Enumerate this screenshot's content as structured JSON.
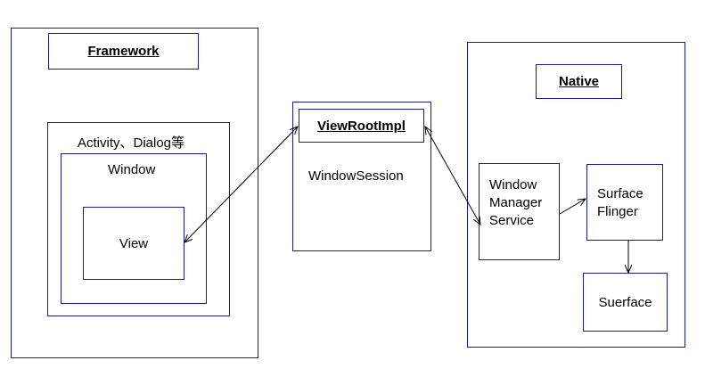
{
  "framework": {
    "title": "Framework",
    "activity_label": "Activity、Dialog等",
    "window_label": "Window",
    "view_label": "View"
  },
  "viewrootimpl": {
    "title": "ViewRootImpl",
    "session_label": "WindowSession"
  },
  "native": {
    "title": "Native",
    "wms_label": "Window\nManager\nService",
    "flinger_label": "Surface\nFlinger",
    "surface_label": "Suerface"
  },
  "colors": {
    "border": "#1a1aa0",
    "arrow": "#000000"
  }
}
